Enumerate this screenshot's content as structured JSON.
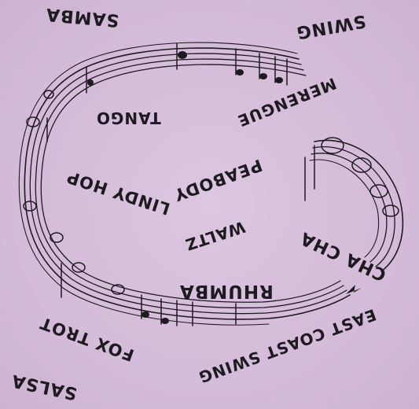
{
  "dances": {
    "samba": "SAMBA",
    "swing": "SWING",
    "tango": "TANGO",
    "merengue": "MERENGUE",
    "peabody": "PEABODY",
    "lindy_hop": "LINDY HOP",
    "waltz": "WALTZ",
    "cha_cha": "CHA CHA",
    "rhumba": "RHUMBA",
    "fox_trot": "FOX TROT",
    "east_coast_swing": "EAST COAST SWING",
    "salsa": "SALSA"
  },
  "colors": {
    "background": "#d6bedb",
    "ink": "#1d1a20"
  }
}
